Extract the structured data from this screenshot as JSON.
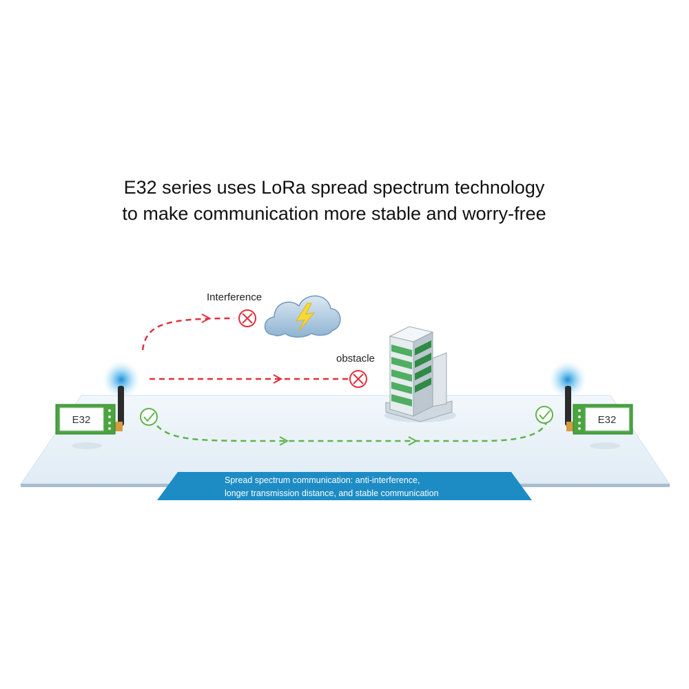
{
  "headline": {
    "line1": "E32 series uses LoRa spread spectrum technology",
    "line2": "to make communication more stable and worry-free"
  },
  "diagram": {
    "interference_label": "Interference",
    "obstacle_label": "obstacle",
    "left_module_label": "E32",
    "right_module_label": "E32",
    "banner_line1": "Spread spectrum communication: anti-interference,",
    "banner_line2": "longer transmission distance, and stable communication"
  },
  "colors": {
    "blocked_path": "#e0303c",
    "success_path": "#5db44a",
    "banner": "#1d8cc4",
    "platform": "#eaf3f9",
    "module_board": "#4aa53e"
  }
}
